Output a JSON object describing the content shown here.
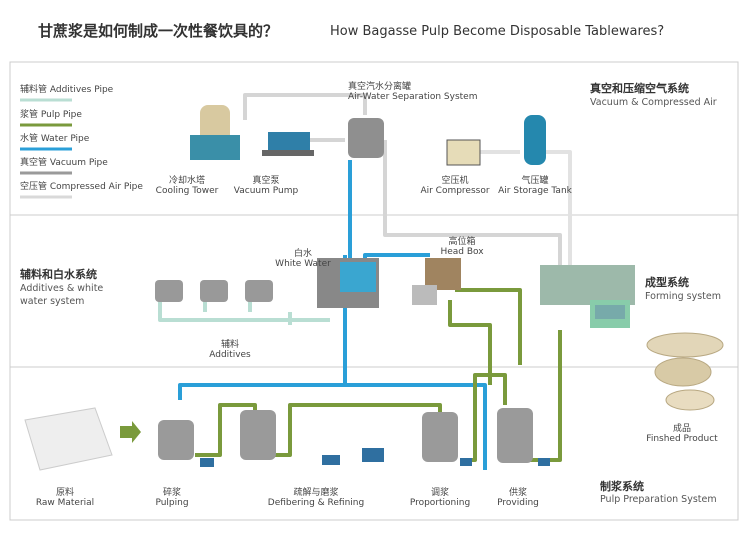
{
  "title": {
    "zh": "甘蔗浆是如何制成一次性餐饮具的？",
    "en": "How Bagasse Pulp Become Disposable Tablewares?"
  },
  "legend": [
    {
      "label": "辅料管 Additives Pipe",
      "color": "#b9ded3"
    },
    {
      "label": "浆管 Pulp Pipe",
      "color": "#7a9a3c"
    },
    {
      "label": "水管 Water Pipe",
      "color": "#2a9fd8"
    },
    {
      "label": "真空管 Vacuum Pipe",
      "color": "#9a9a9a"
    },
    {
      "label": "空压管 Compressed  Air Pipe",
      "color": "#d9d9d9"
    }
  ],
  "sections": {
    "vacuum": {
      "zh": "真空和压缩空气系统",
      "en": "Vacuum & Compressed Air"
    },
    "additives": {
      "zh": "辅料和白水系统",
      "en1": "Additives & white",
      "en2": "water system"
    },
    "forming": {
      "zh": "成型系统",
      "en": "Forming system"
    },
    "pulp": {
      "zh": "制浆系统",
      "en": "Pulp Preparation System"
    }
  },
  "equipment": {
    "cooling_tower": {
      "zh": "冷却水塔",
      "en": "Cooling Tower"
    },
    "vacuum_pump": {
      "zh": "真空泵",
      "en": "Vacuum Pump"
    },
    "separator": {
      "zh": "真空汽水分离罐",
      "en": "Air-Water Separation System"
    },
    "compressor": {
      "zh": "空压机",
      "en": "Air Compressor"
    },
    "storage_tank": {
      "zh": "气压罐",
      "en": "Air Storage Tank"
    },
    "white_water": {
      "zh": "白水",
      "en": "White Water"
    },
    "head_box": {
      "zh": "高位箱",
      "en": "Head Box"
    },
    "additives": {
      "zh": "辅料",
      "en": "Additives"
    },
    "raw": {
      "zh": "原料",
      "en": "Raw Material"
    },
    "pulping": {
      "zh": "碎浆",
      "en": "Pulping"
    },
    "refining": {
      "zh": "疏解与磨浆",
      "en": "Defibering & Refining"
    },
    "proportioning": {
      "zh": "调浆",
      "en": "Proportioning"
    },
    "providing": {
      "zh": "供浆",
      "en": "Providing"
    },
    "product": {
      "zh": "成品",
      "en": "Finshed Product"
    }
  }
}
